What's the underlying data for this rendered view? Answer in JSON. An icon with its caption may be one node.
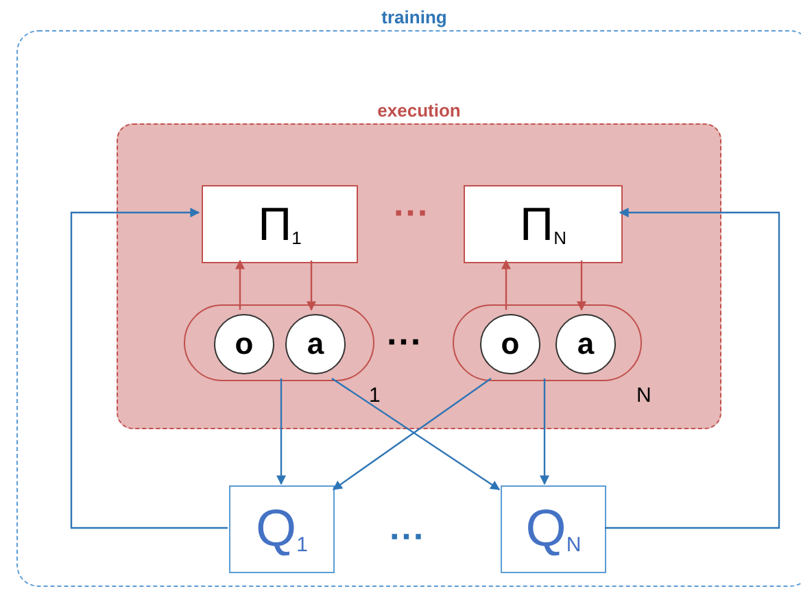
{
  "diagram": {
    "nodes": [
      {
        "text": [
          "training"
        ]
      },
      {
        "text": [
          "execution"
        ],
        "in": 0
      },
      {
        "text": [
          "Π$_{1}$"
        ],
        "in": 1
      },
      {
        "text": [
          "Π$_{N}$"
        ],
        "in": 1
      },
      {
        "text": [],
        "shape": "capsule",
        "in": 1,
        "beside": [
          "1"
        ]
      },
      {
        "text": [
          "o"
        ],
        "in": 4
      },
      {
        "text": [
          "a"
        ],
        "in": 4
      },
      {
        "text": [],
        "shape": "capsule",
        "in": 1,
        "beside": [
          "N"
        ]
      },
      {
        "text": [
          "o"
        ],
        "in": 7
      },
      {
        "text": [
          "a"
        ],
        "in": 7
      },
      {
        "text": [
          "Q$_{1}$"
        ],
        "in": 0
      },
      {
        "text": [
          "Q$_{N}$"
        ],
        "in": 0
      }
    ],
    "edges": [
      {
        "from": 5,
        "to": 2,
        "arrow": "to",
        "color": "#c0504d"
      },
      {
        "from": 2,
        "to": 6,
        "arrow": "to",
        "color": "#c0504d"
      },
      {
        "from": 8,
        "to": 3,
        "arrow": "to",
        "color": "#c0504d"
      },
      {
        "from": 3,
        "to": 9,
        "arrow": "to",
        "color": "#c0504d"
      },
      {
        "from": 4,
        "to": 10,
        "arrow": "to"
      },
      {
        "from": 4,
        "to": 11,
        "arrow": "to"
      },
      {
        "from": 7,
        "to": 10,
        "arrow": "to"
      },
      {
        "from": 7,
        "to": 11,
        "arrow": "to"
      },
      {
        "from": 10,
        "to": 2,
        "arrow": "to"
      },
      {
        "from": 11,
        "to": 3,
        "arrow": "to"
      }
    ],
    "labels": [
      "···",
      "···",
      "···"
    ]
  }
}
